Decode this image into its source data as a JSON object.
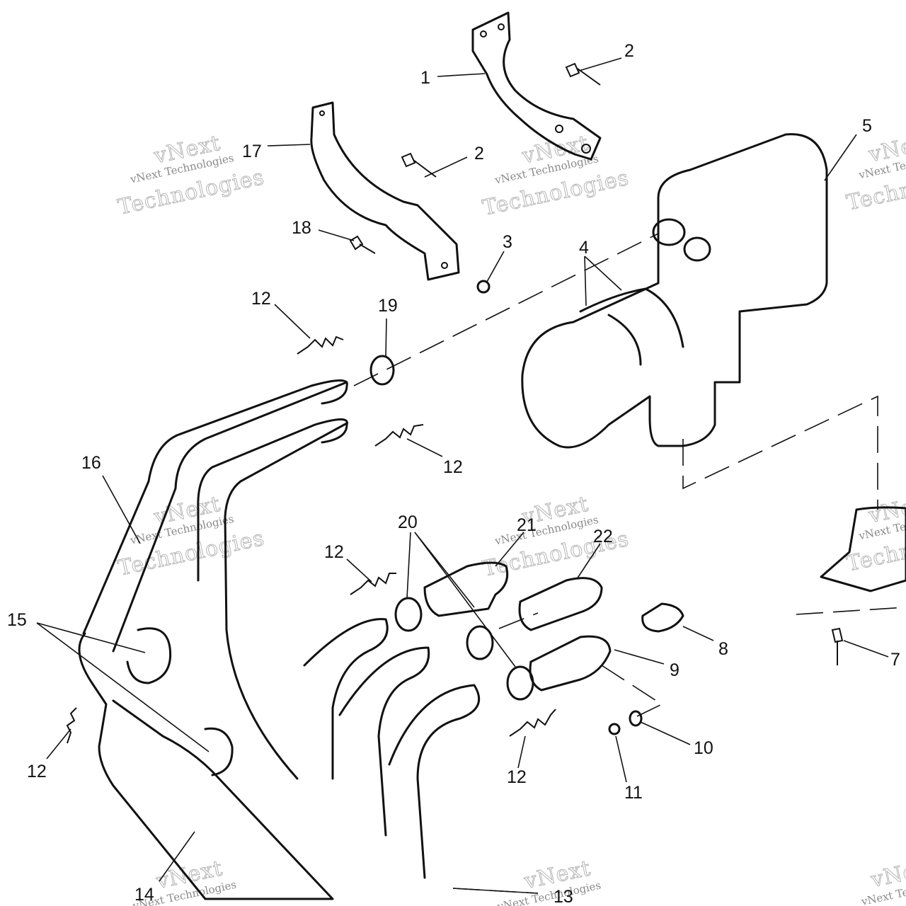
{
  "callouts": {
    "c1": "1",
    "c2a": "2",
    "c2b": "2",
    "c3": "3",
    "c4": "4",
    "c5": "5",
    "c7": "7",
    "c8": "8",
    "c9": "9",
    "c10": "10",
    "c11": "11",
    "c12a": "12",
    "c12b": "12",
    "c12c": "12",
    "c12d": "12",
    "c12e": "12",
    "c13": "13",
    "c14": "14",
    "c15": "15",
    "c16": "16",
    "c17": "17",
    "c18": "18",
    "c19": "19",
    "c20": "20",
    "c21": "21",
    "c22": "22"
  },
  "watermark": {
    "brand": "vNext",
    "line": "vNext Technologies",
    "big": "Technologies"
  },
  "colors": {
    "ink": "#111111",
    "watermark": "#b5b5b5",
    "background": "#ffffff"
  }
}
